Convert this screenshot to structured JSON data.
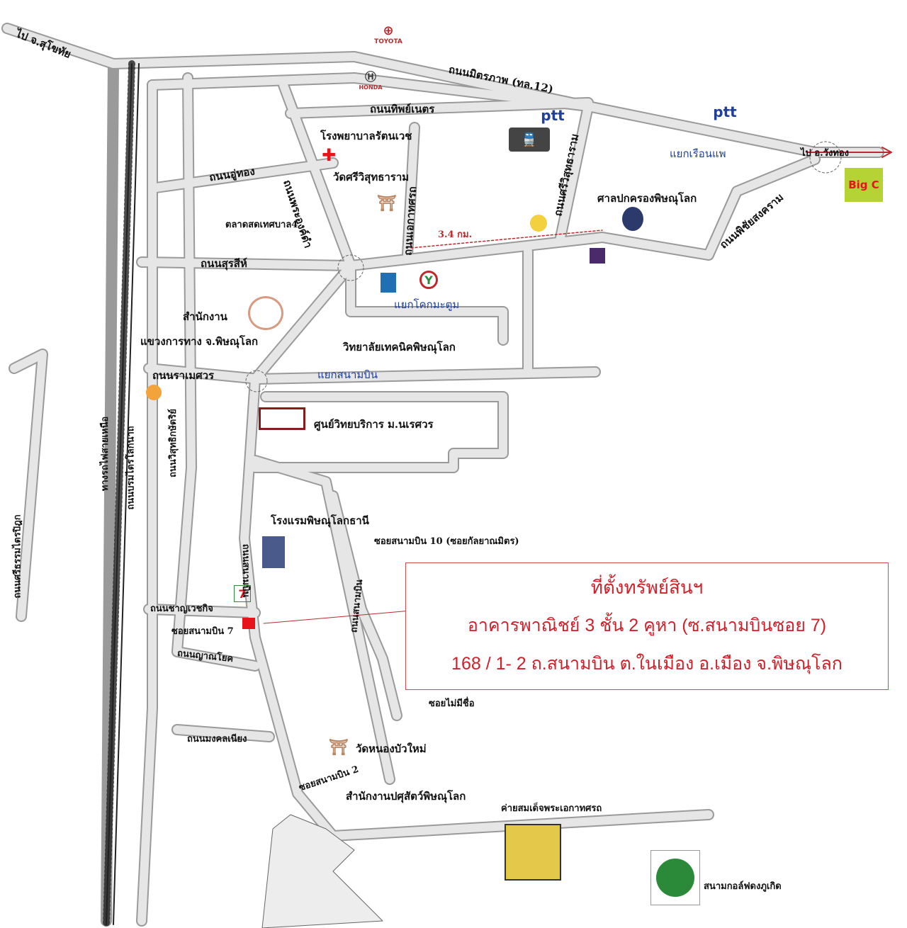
{
  "title": "ที่ตั้งทรัพย์สินฯ",
  "property": {
    "heading": "ที่ตั้งทรัพย์สินฯ",
    "description": "อาคารพาณิชย์ 3 ชั้น 2 คูหา (ซ.สนามบินซอย 7)",
    "address": "168 / 1- 2 ถ.สนามบิน ต.ในเมือง อ.เมือง จ.พิษณุโลก",
    "marker_color": "#e8141c"
  },
  "brands": {
    "toyota": "TOYOTA",
    "honda": "HONDA",
    "ptt1": "ptt",
    "ptt2": "ptt",
    "bigc": "Big C",
    "seven": "7"
  },
  "distance": "3.4 กม.",
  "labels": {
    "to_sukhothai": "ไป จ.สุโขทัย",
    "mittraphap": "ถนนมิตรภาพ (ทล.12)",
    "thipnet": "ถนนทิพย์เนตร",
    "ratanavej": "โรงพยาบาลรัตนเวช",
    "ruanpae": "แยกเรือนแพ",
    "to_wangthong": "ไป อ.วังทอง",
    "phraongdam": "ถนนพระองค์ดำ",
    "uthong": "ถนนอู่ทอง",
    "wat_sriwisut": "วัดศรีวิสุทธาราม",
    "ekathotsarot": "ถนนเอกาทศรถ",
    "sriwisut_rd": "ถนนศรีวิสุทธาราม",
    "admin_court": "ศาลปกครองพิษณุโลก",
    "phichai": "ถนนพิชัยสงคราม",
    "market": "ตลาดสดเทศบาล4",
    "surasi": "ถนนสุรสีห์",
    "khokmatum": "แยกโคกมะตูม",
    "office1": "สำนักงาน",
    "office2": "แขวงการทาง จ.พิษณุโลก",
    "tech_college": "วิทยาลัยเทคนิคพิษณุโลก",
    "ramesuan": "ถนนราเมศวร",
    "sanambin_junction": "แยกสนามบิน",
    "nu_center": "ศูนย์วิทยบริการ ม.นเรศวร",
    "borom": "ถนนบรมไตรโลกนาถ",
    "railway": "ทางรถไฟสายเหนือ",
    "wisutkasat": "ถนนวิสุทธิกษัตริย์",
    "sritham": "ถนนศรีธรรมไตรปิฎก",
    "hotel": "โรงแรมพิษณุโลกธานี",
    "soi10": "ซอยสนามบิน 10 (ซอยกัลยาณมิตร)",
    "sanambin_rd": "ถนนสนามบิน",
    "sanambin_rd2": "ถนนสนามบิน",
    "chanwet": "ถนนชาญเวชกิจ",
    "soi7": "ซอยสนามบิน 7",
    "yanyok": "ถนนญาณโยค",
    "no_name": "ซอยไม่มีชื่อ",
    "rd_south": "ถนนมงคลเนียง",
    "wat_nongbua": "วัดหนองบัวใหม่",
    "soi2": "ซอยสนามบิน 2",
    "livestock": "สำนักงานปศุสัตว์พิษณุโลก",
    "camp": "ค่ายสมเด็จพระเอกาทศรถ",
    "golf": "สนามกอล์ฟดงภูเกิด"
  }
}
